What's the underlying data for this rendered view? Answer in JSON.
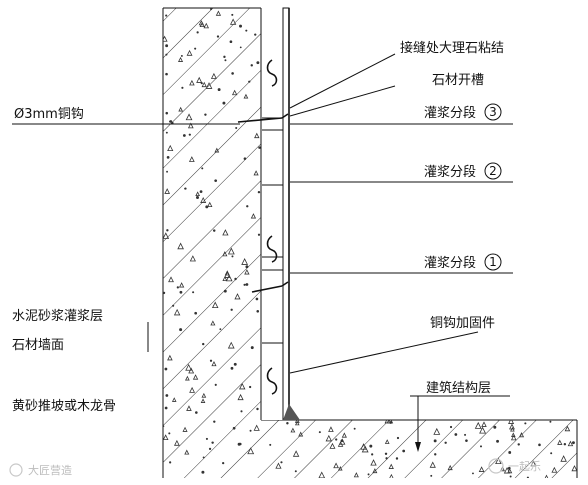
{
  "labels": {
    "joint_adhesive": "接缝处大理石粘结",
    "stone_groove": "石材开槽",
    "grout_3": "灌浆分段",
    "grout_3_num": "3",
    "grout_2": "灌浆分段",
    "grout_2_num": "2",
    "grout_1": "灌浆分段",
    "grout_1_num": "1",
    "copper_hook_reinforce": "铜钩加固件",
    "building_structure": "建筑结构层",
    "copper_hook_3mm": "Ø3mm铜钩",
    "cement_mortar": "水泥砂浆灌浆层",
    "stone_wall": "石材墙面",
    "sand_slope": "黄砂推坡或木龙骨"
  },
  "watermarks": {
    "left": "大匠营造",
    "right": "一起乐"
  }
}
